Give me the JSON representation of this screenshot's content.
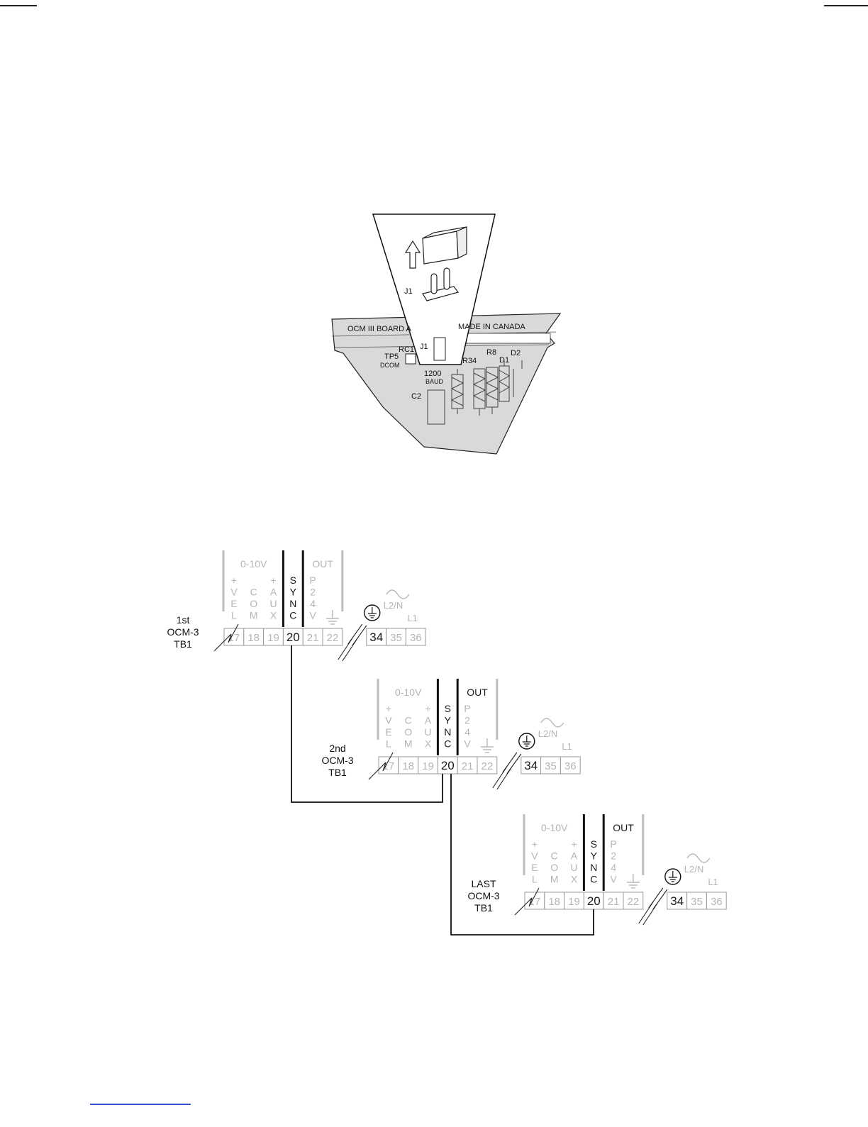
{
  "pcb_detail": {
    "jumper_label": "J1",
    "board_label": "OCM III BOARD A",
    "made_label": "MADE IN CANADA",
    "j1_label": "J1",
    "rc1_label": "RC1",
    "tp5_label": "TP5",
    "dcom_label": "DCOM",
    "baud_num": "1200",
    "baud_word": "BAUD",
    "r34_label": "R34",
    "r8_label": "R8",
    "d1_label": "D1",
    "d2_label": "D2",
    "c2_label": "C2"
  },
  "units": [
    {
      "name_line1": "1st",
      "name_line2": "OCM-3",
      "name_line3": "TB1"
    },
    {
      "name_line1": "2nd",
      "name_line2": "OCM-3",
      "name_line3": "TB1"
    },
    {
      "name_line1": "LAST",
      "name_line2": "OCM-3",
      "name_line3": "TB1"
    }
  ],
  "terminal_block": {
    "group_0_10v": "0-10V",
    "group_out": "OUT",
    "col_vel": [
      "+",
      "V",
      "E",
      "L"
    ],
    "col_com": [
      "C",
      "O",
      "M"
    ],
    "col_aux": [
      "+",
      "A",
      "U",
      "X"
    ],
    "col_sync": [
      "S",
      "Y",
      "N",
      "C"
    ],
    "col_p24v": [
      "P",
      "2",
      "4",
      "V"
    ],
    "l2n": "L2/N",
    "l1": "L1",
    "terminals_left": [
      "17",
      "18",
      "19",
      "20",
      "21",
      "22"
    ],
    "terminals_right": [
      "34",
      "35",
      "36"
    ]
  }
}
